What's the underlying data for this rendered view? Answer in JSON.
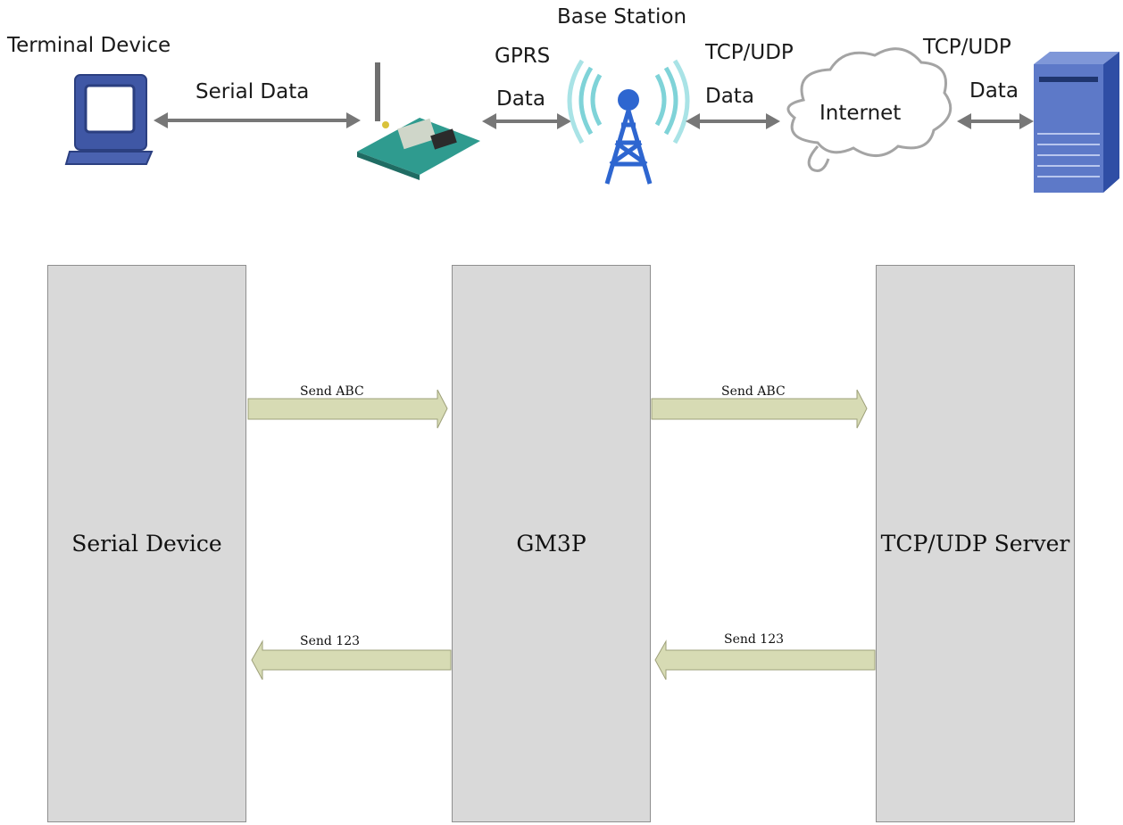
{
  "top_diagram": {
    "terminal_device": "Terminal Device",
    "serial_data": "Serial Data",
    "gprs": "GPRS",
    "gprs_data": "Data",
    "base_station": "Base Station",
    "tcp_udp_1": "TCP/UDP",
    "tcp_udp_1_data": "Data",
    "internet": "Internet",
    "tcp_udp_2": "TCP/UDP",
    "tcp_udp_2_data": "Data"
  },
  "sequence": {
    "serial_device": "Serial Device",
    "gm3p": "GM3P",
    "server": "TCP/UDP Server",
    "msg_send_abc_1": "Send ABC",
    "msg_send_abc_2": "Send ABC",
    "msg_send_123_1": "Send 123",
    "msg_send_123_2": "Send 123"
  },
  "colors": {
    "box_fill": "#d9d9d9",
    "arrow_fill": "#d7dbb4",
    "arrow_stroke": "#9ea07a",
    "icon_blue": "#3a5aa8"
  }
}
